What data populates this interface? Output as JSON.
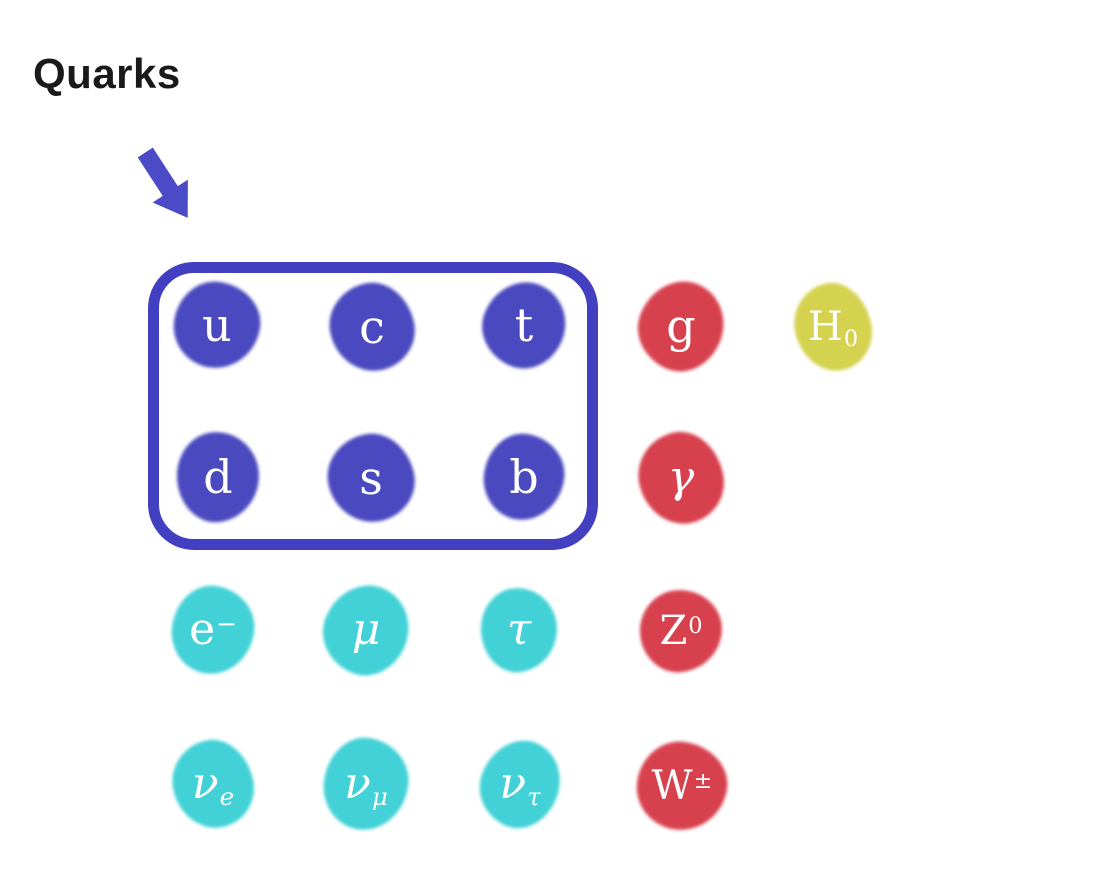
{
  "title": "Quarks",
  "colors": {
    "background": "#ffffff",
    "title": "#1a1a1a",
    "arrow": "#4c4bc7",
    "outline": "#423fc0",
    "quark": "#4a49bf",
    "lepton": "#41d1d6",
    "boson": "#d7414e",
    "higgs": "#d4d24e",
    "label": "#ffffff"
  },
  "particles": {
    "up": {
      "base": "u"
    },
    "charm": {
      "base": "c"
    },
    "top": {
      "base": "t"
    },
    "down": {
      "base": "d"
    },
    "strange": {
      "base": "s"
    },
    "bottom": {
      "base": "b"
    },
    "gluon": {
      "base": "g"
    },
    "higgs": {
      "base": "H",
      "sub": "0"
    },
    "photon": {
      "base": "γ"
    },
    "electron": {
      "base": "e",
      "sup": "−"
    },
    "muon": {
      "base": "μ"
    },
    "tau": {
      "base": "τ"
    },
    "z_boson": {
      "base": "Z",
      "sup": "0"
    },
    "w_boson": {
      "base": "W",
      "sup": "±"
    },
    "electron_neutrino": {
      "base": "ν",
      "sub": "e"
    },
    "muon_neutrino": {
      "base": "ν",
      "sub": "μ"
    },
    "tau_neutrino": {
      "base": "ν",
      "sub": "τ"
    }
  }
}
